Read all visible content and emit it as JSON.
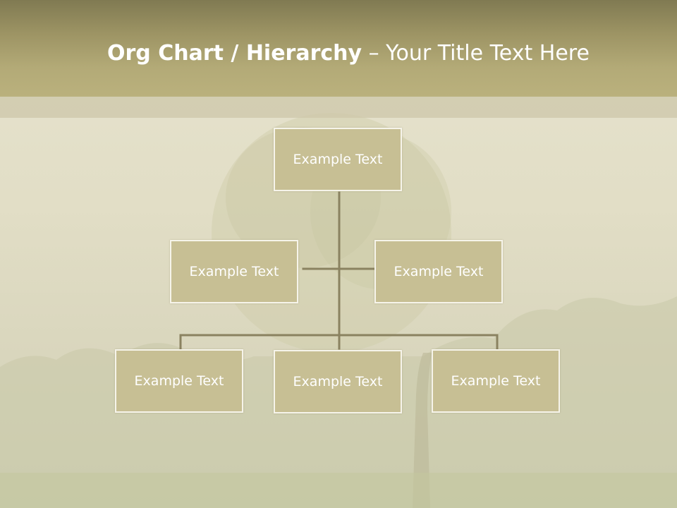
{
  "slide": {
    "title_bold": "Org Chart / Hierarchy",
    "title_separator": " – ",
    "title_rest": "Your Title Text Here"
  },
  "org_chart": {
    "root": {
      "label": "Example Text"
    },
    "level2": [
      {
        "label": "Example Text"
      },
      {
        "label": "Example Text"
      }
    ],
    "level3": [
      {
        "label": "Example Text"
      },
      {
        "label": "Example Text"
      },
      {
        "label": "Example Text"
      }
    ]
  },
  "colors": {
    "header": "#b3aa77",
    "node_fill": "#c7bf94",
    "node_border": "#f6f4ea",
    "connector": "#8a8260",
    "text": "#ffffff"
  }
}
